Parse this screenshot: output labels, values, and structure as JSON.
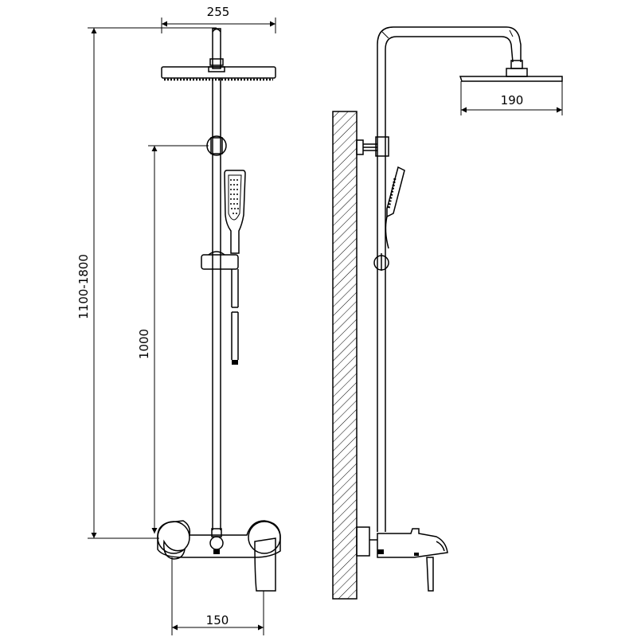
{
  "drawing": {
    "dimensions": {
      "head_width_front": "255",
      "total_height": "1100-1800",
      "rail_height": "1000",
      "inlet_spacing": "150",
      "head_width_side": "190"
    }
  }
}
